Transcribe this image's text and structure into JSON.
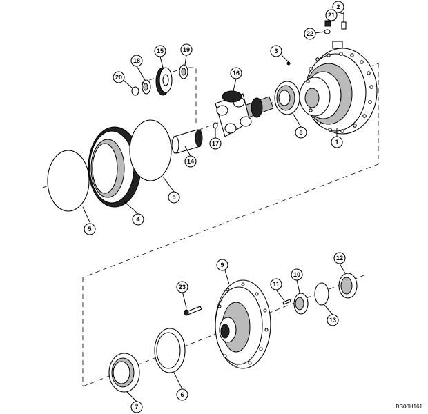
{
  "diagram": {
    "reference_code": "BS00H161",
    "callouts": [
      {
        "id": "c1",
        "label": "1"
      },
      {
        "id": "c2",
        "label": "2"
      },
      {
        "id": "c3",
        "label": "3"
      },
      {
        "id": "c4",
        "label": "4"
      },
      {
        "id": "c5a",
        "label": "5"
      },
      {
        "id": "c5b",
        "label": "5"
      },
      {
        "id": "c6",
        "label": "6"
      },
      {
        "id": "c7",
        "label": "7"
      },
      {
        "id": "c8",
        "label": "8"
      },
      {
        "id": "c9",
        "label": "9"
      },
      {
        "id": "c10",
        "label": "10"
      },
      {
        "id": "c11",
        "label": "11"
      },
      {
        "id": "c12",
        "label": "12"
      },
      {
        "id": "c13",
        "label": "13"
      },
      {
        "id": "c14",
        "label": "14"
      },
      {
        "id": "c15",
        "label": "15"
      },
      {
        "id": "c16",
        "label": "16"
      },
      {
        "id": "c17",
        "label": "17"
      },
      {
        "id": "c18",
        "label": "18"
      },
      {
        "id": "c19",
        "label": "19"
      },
      {
        "id": "c20",
        "label": "20"
      },
      {
        "id": "c21",
        "label": "21"
      },
      {
        "id": "c22",
        "label": "22"
      },
      {
        "id": "c23",
        "label": "23"
      }
    ]
  }
}
